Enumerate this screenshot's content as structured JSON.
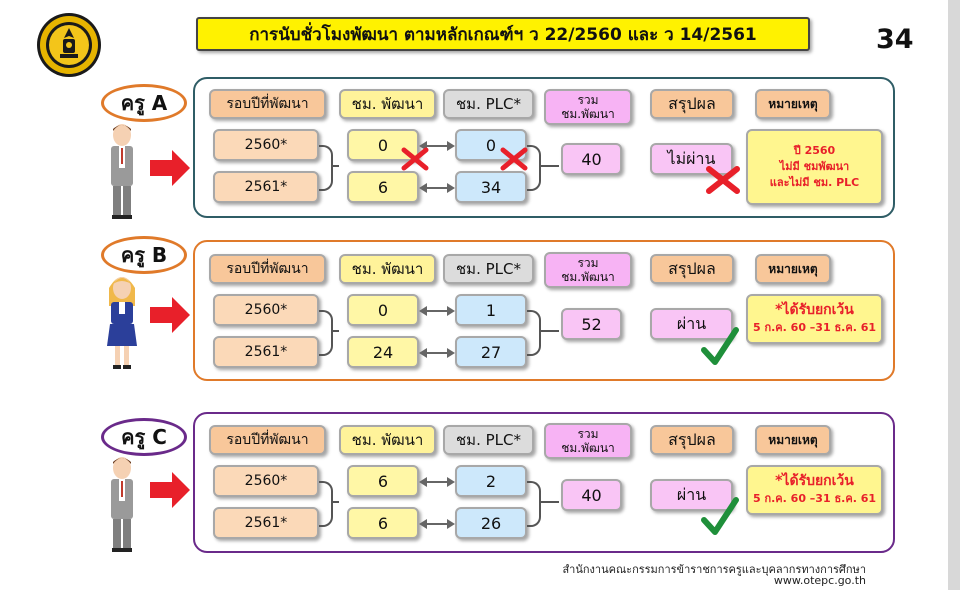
{
  "title": "การนับชั่วโมงพัฒนา ตามหลักเกณฑ์ฯ ว 22/2560 และ ว 14/2561",
  "page_number": "34",
  "headers": {
    "year": "รอบปีที่พัฒนา",
    "dev_hours": "ชม. พัฒนา",
    "plc_hours": "ชม. PLC*",
    "total_hours": "รวม ชม.พัฒนา",
    "result": "สรุปผล",
    "remark": "หมายเหตุ"
  },
  "teachers": [
    {
      "label": "ครู A",
      "rows": [
        {
          "year": "2560*",
          "dev": "0",
          "plc": "0"
        },
        {
          "year": "2561*",
          "dev": "6",
          "plc": "34"
        }
      ],
      "total": "40",
      "result": "ไม่ผ่าน",
      "remark_lines": [
        "ปี 2560",
        "ไม่มี ชมพัฒนา",
        "และไม่มี ชม. PLC"
      ]
    },
    {
      "label": "ครู B",
      "rows": [
        {
          "year": "2560*",
          "dev": "0",
          "plc": "1"
        },
        {
          "year": "2561*",
          "dev": "24",
          "plc": "27"
        }
      ],
      "total": "52",
      "result": "ผ่าน",
      "remark_lines": [
        "*ได้รับยกเว้น",
        "5 ก.ค. 60 –31 ธ.ค. 61"
      ]
    },
    {
      "label": "ครู C",
      "rows": [
        {
          "year": "2560*",
          "dev": "6",
          "plc": "2"
        },
        {
          "year": "2561*",
          "dev": "6",
          "plc": "26"
        }
      ],
      "total": "40",
      "result": "ผ่าน",
      "remark_lines": [
        "*ได้รับยกเว้น",
        "5 ก.ค. 60 –31 ธ.ค. 61"
      ]
    }
  ],
  "footer": {
    "org": "สำนักงานคณะกรรมการข้าราชการครูและบุคลากรทางการศึกษา",
    "url": "www.otepc.go.th"
  },
  "colors": {
    "panel_a": "#2f5d66",
    "panel_b": "#e07a2a",
    "panel_c": "#6a2a8a",
    "check": "#1f8f3a",
    "cross": "#e8202a",
    "red_arrow": "#e8202a"
  }
}
